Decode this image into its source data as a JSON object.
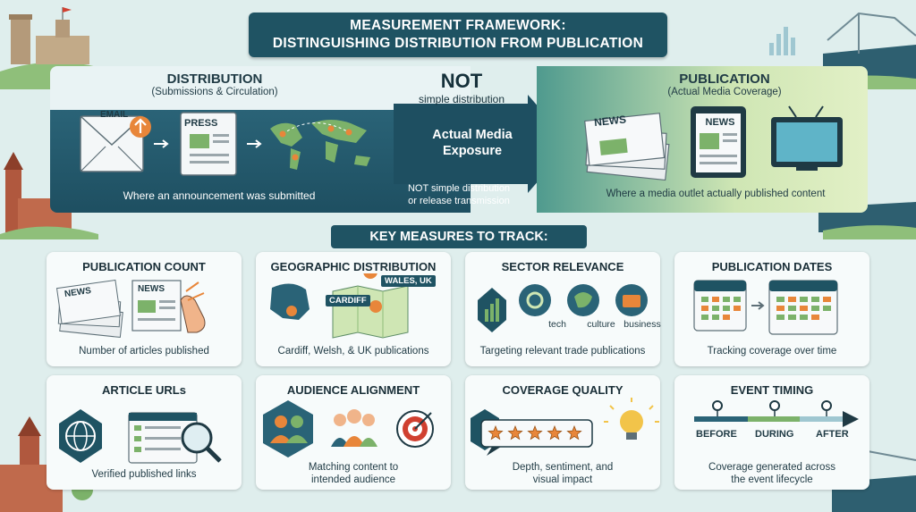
{
  "title": {
    "line1": "MEASUREMENT FRAMEWORK:",
    "line2": "DISTINGUISHING DISTRIBUTION FROM PUBLICATION"
  },
  "distribution": {
    "heading": "DISTRIBUTION",
    "subheading": "(Submissions & Circulation)",
    "email_label": "EMAIL",
    "press_label": "PRESS",
    "caption": "Where an announcement was submitted"
  },
  "middle": {
    "not_big": "NOT",
    "not_small": "simple distribution",
    "exposure_line1": "Actual Media",
    "exposure_line2": "Exposure",
    "note_line1": "NOT simple distribution",
    "note_line2": "or release transmission"
  },
  "publication": {
    "heading": "PUBLICATION",
    "subheading": "(Actual Media Coverage)",
    "news_label_1": "NEWS",
    "news_label_2": "NEWS",
    "caption": "Where a media outlet actually published content"
  },
  "key_measures": "KEY MEASURES TO TRACK:",
  "cards": [
    {
      "title": "PUBLICATION COUNT",
      "caption": "Number of articles published",
      "labels": [
        "NEWS",
        "NEWS"
      ]
    },
    {
      "title": "GEOGRAPHIC DISTRIBUTION",
      "caption": "Cardiff, Welsh, & UK publications",
      "labels": [
        "WALES, UK",
        "CARDIFF"
      ]
    },
    {
      "title": "SECTOR RELEVANCE",
      "caption": "Targeting relevant trade publications",
      "labels": [
        "tech",
        "culture",
        "business"
      ]
    },
    {
      "title": "PUBLICATION DATES",
      "caption": "Tracking coverage over time"
    },
    {
      "title": "ARTICLE URLs",
      "caption": "Verified published links"
    },
    {
      "title": "AUDIENCE ALIGNMENT",
      "caption_line1": "Matching content to",
      "caption_line2": "intended audience"
    },
    {
      "title": "COVERAGE QUALITY",
      "caption_line1": "Depth, sentiment, and",
      "caption_line2": "visual impact",
      "stars": 5
    },
    {
      "title": "EVENT TIMING",
      "caption_line1": "Coverage generated across",
      "caption_line2": "the event lifecycle",
      "labels": [
        "BEFORE",
        "DURING",
        "AFTER"
      ]
    }
  ],
  "colors": {
    "navy": "#1f5363",
    "teal": "#2a6377",
    "orange": "#e8863a",
    "green": "#7cb26a",
    "background": "#dfeeed"
  }
}
